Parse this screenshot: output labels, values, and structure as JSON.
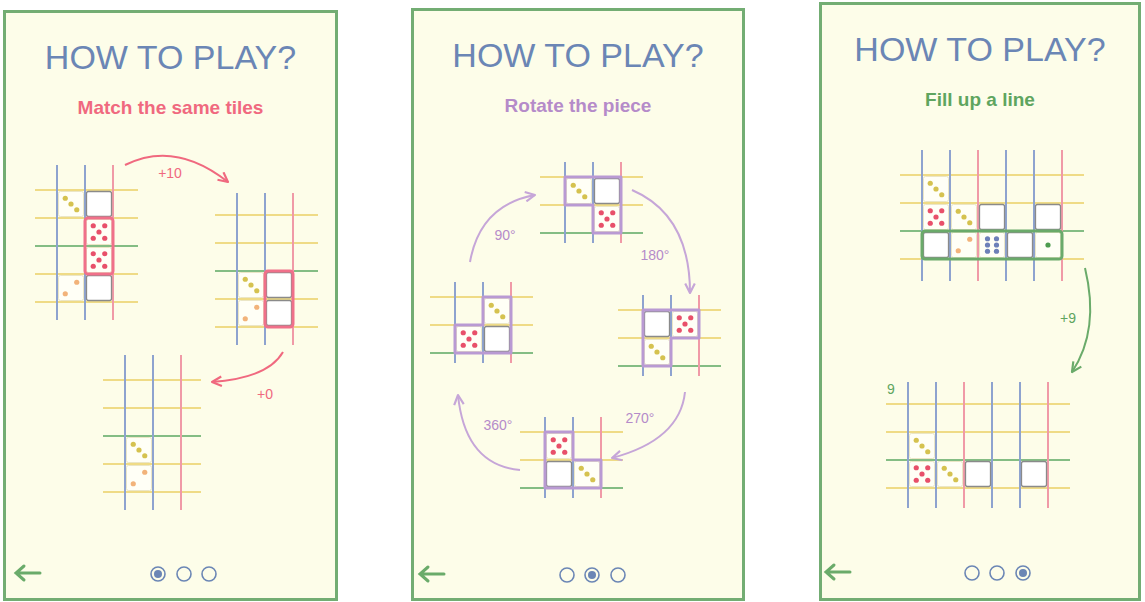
{
  "diagram": {
    "nodes": [
      {
        "text": [
          "HOW TO PLAY?",
          "Match the same tiles"
        ]
      },
      {
        "text": [
          "HOW TO PLAY?",
          "Rotate the piece"
        ]
      },
      {
        "text": [
          "HOW TO PLAY?",
          "Fill up a line"
        ]
      }
    ],
    "labels": [
      "+10",
      "+0",
      "90°",
      "180°",
      "270°",
      "360°",
      "+9",
      "9"
    ]
  }
}
